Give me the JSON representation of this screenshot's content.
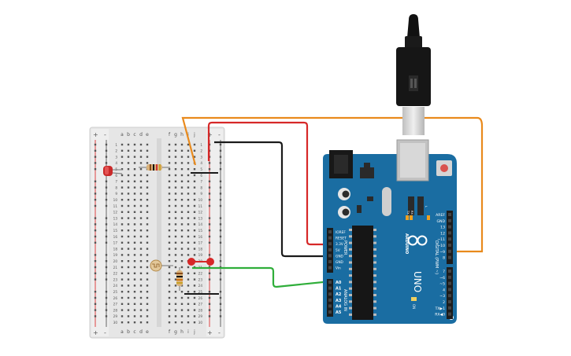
{
  "breadboard": {
    "cols_left": [
      "a",
      "b",
      "c",
      "d",
      "e"
    ],
    "cols_right": [
      "f",
      "g",
      "h",
      "i",
      "j"
    ],
    "rows": 30,
    "rail_plus": "+",
    "rail_minus": "-"
  },
  "arduino": {
    "brand": "ARDUINO",
    "model": "UNO",
    "power_header_label": "POWER",
    "analog_header_label": "ANALOG IN",
    "digital_header_label": "DIGITAL (PWM ~)",
    "on_label": "ON",
    "led_labels": [
      "TX",
      "RX",
      "L"
    ],
    "power_pins": [
      "IOREF",
      "RESET",
      "3.3V",
      "5V",
      "GND",
      "GND",
      "Vin"
    ],
    "analog_pins": [
      "A0",
      "A1",
      "A2",
      "A3",
      "A4",
      "A5"
    ],
    "digital_pins": [
      "AREF",
      "GND",
      "13",
      "12",
      "~11",
      "~10",
      "~9",
      "8",
      "7",
      "~6",
      "~5",
      "4",
      "~3",
      "2",
      "TX▶1",
      "RX◀0"
    ]
  },
  "colors": {
    "board": "#1a6da2",
    "wire_orange": "#e98a1c",
    "wire_red": "#d62828",
    "wire_black": "#1a1a1a",
    "wire_green": "#2fae3a",
    "led": "#d8262b"
  }
}
